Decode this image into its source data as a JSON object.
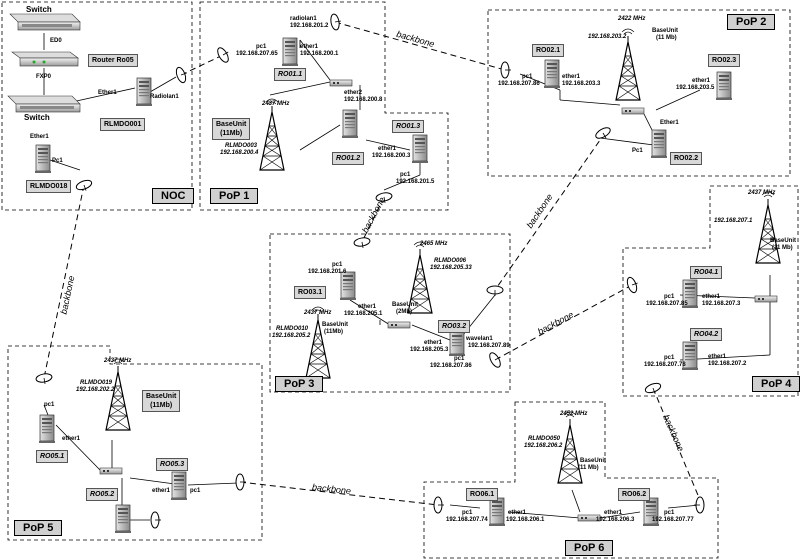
{
  "regions": {
    "noc": "NOC",
    "pop1": "PoP 1",
    "pop2": "PoP 2",
    "pop3": "PoP 3",
    "pop4": "PoP 4",
    "pop5": "PoP 5",
    "pop6": "PoP 6"
  },
  "noc": {
    "switch_top": "Switch",
    "ed0": "ED0",
    "router": "Router Ro05",
    "fxp0": "FXP0",
    "switch_bottom": "Switch",
    "ether1_router": "Ether1",
    "radiolan1": "Radiolan1",
    "rlmdo001": "RLMDO001",
    "ether1_pc": "Ether1",
    "pc1": "Pc1",
    "rlmdo018": "RLMDO018"
  },
  "pop1": {
    "radiolan1": "radiolan1",
    "radiolan1_ip": "192.168.201.2",
    "pc1": "pc1",
    "pc1_ip": "192.168.207.65",
    "ether1": "ether1",
    "ether1_ip": "192.168.200.1",
    "ro011": "RO01.1",
    "ether2": "ether2",
    "ether2_ip": "192.168.200.8",
    "freq": "2437 MHz",
    "baseunit": "BaseUnit",
    "baseunit_rate": "(11Mb)",
    "ro013": "RO01.3",
    "rlmdo": "RLMDO003",
    "rlmdo_ip": "192.168.200.4",
    "ro012": "RO01.2",
    "ether1b": "ether1",
    "ether1b_ip": "192.168.200.3",
    "pc1b": "pc1",
    "pc1b_ip": "192.168.201.5"
  },
  "pop2": {
    "freq": "2422 MHz",
    "baseunit": "BaseUnit",
    "baseunit_rate": "(11 Mb)",
    "ro021": "RO02.1",
    "bu_ip": "192.168.203.2",
    "ro023": "RO02.3",
    "pc1": "pc1",
    "pc1_ip": "192.168.207.86",
    "ether1": "ether1",
    "ether1_ip": "192.168.203.3",
    "ether1r": "ether1",
    "ether1r_ip": "192.168.203.5",
    "ether1c": "Ether1",
    "pc1c": "Pc1",
    "ro022": "RO02.2"
  },
  "pop3": {
    "freq": "2465 MHz",
    "rlmdo006": "RLMDO006",
    "rlmdo006_ip": "192.168.205.33",
    "pc1": "pc1",
    "pc1_ip": "192.168.201.6",
    "ro031": "RO03.1",
    "ether1": "ether1",
    "ether1_ip": "192.168.205.1",
    "baseunit2": "BaseUnit",
    "baseunit2_rate": "(2Mb)",
    "freq2": "2437 MHz",
    "baseunit": "BaseUnit",
    "baseunit_rate": "(11Mb)",
    "rlmdo010": "RLMDO010",
    "rlmdo010_ip": "192.168.205.2",
    "ro032": "RO03.2",
    "ether1b": "ether1",
    "ether1b_ip": "192.168.205.3",
    "wavelan1": "wavelan1",
    "wavelan1_ip": "192.168.207.89",
    "pc1b": "pc1",
    "pc1b_ip": "192.168.207.86"
  },
  "pop4": {
    "freq": "2437 MHz",
    "ip": "192.168.207.1",
    "baseunit": "BaseUnit",
    "baseunit_rate": "(11 Mb)",
    "ro041": "RO04.1",
    "pc1": "pc1",
    "pc1_ip": "192.168.207.85",
    "ether1": "ether1",
    "ether1_ip": "192.168.207.3",
    "ro042": "RO04.2",
    "pc1b": "pc1",
    "pc1b_ip": "192.168.207.78",
    "ether1b": "ether1",
    "ether1b_ip": "192.168.207.2"
  },
  "pop5": {
    "freq": "2437 MHz",
    "rlmdo": "RLMDO019",
    "rlmdo_ip": "192.168.202.2",
    "baseunit": "BaseUnit",
    "baseunit_rate": "(11Mb)",
    "pc1": "pc1",
    "ether1": "ether1",
    "ro051": "RO05.1",
    "ro053": "RO05.3",
    "ro052": "RO05.2",
    "ether1b": "ether1",
    "pc1b": "pc1"
  },
  "pop6": {
    "freq": "2452 MHz",
    "rlmdo": "RLMDO050",
    "rlmdo_ip": "192.168.206.2",
    "baseunit": "BaseUnit",
    "baseunit_rate": "(11 Mb)",
    "ro061": "RO06.1",
    "ro062": "RO06.2",
    "pc1": "pc1",
    "pc1_ip": "192.168.207.74",
    "ether1": "ether1",
    "ether1_ip": "192.168.206.1",
    "ether1b": "ether1",
    "ether1b_ip": "192.168.206.3",
    "pc1b": "pc1",
    "pc1b_ip": "192.168.207.77"
  },
  "links": {
    "backbone": "backbone"
  }
}
